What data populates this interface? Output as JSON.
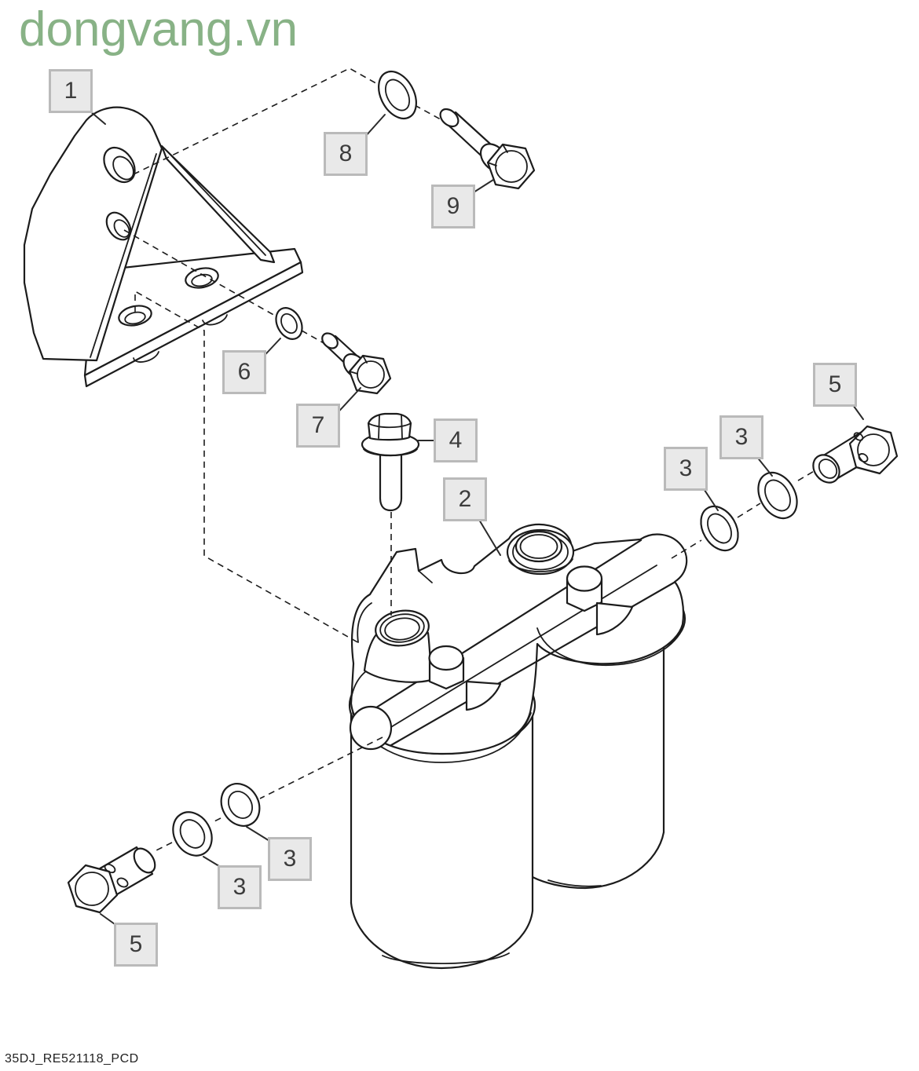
{
  "watermark": {
    "text": "dongvang.vn"
  },
  "doc_code": "35DJ_RE521118_PCD",
  "diagram_type": "exploded-parts-diagram",
  "callouts": [
    {
      "number": "1"
    },
    {
      "number": "8"
    },
    {
      "number": "9"
    },
    {
      "number": "6"
    },
    {
      "number": "7"
    },
    {
      "number": "4"
    },
    {
      "number": "2"
    },
    {
      "number": "3"
    },
    {
      "number": "3"
    },
    {
      "number": "5"
    },
    {
      "number": "3"
    },
    {
      "number": "3"
    },
    {
      "number": "5"
    }
  ],
  "colors": {
    "line": "#1c1c1c",
    "watermark_green": "#88b286",
    "callout_fill": "#e9e9e9",
    "callout_border": "#bababa",
    "callout_text": "#3c3c3c",
    "doc_text": "#222222"
  }
}
